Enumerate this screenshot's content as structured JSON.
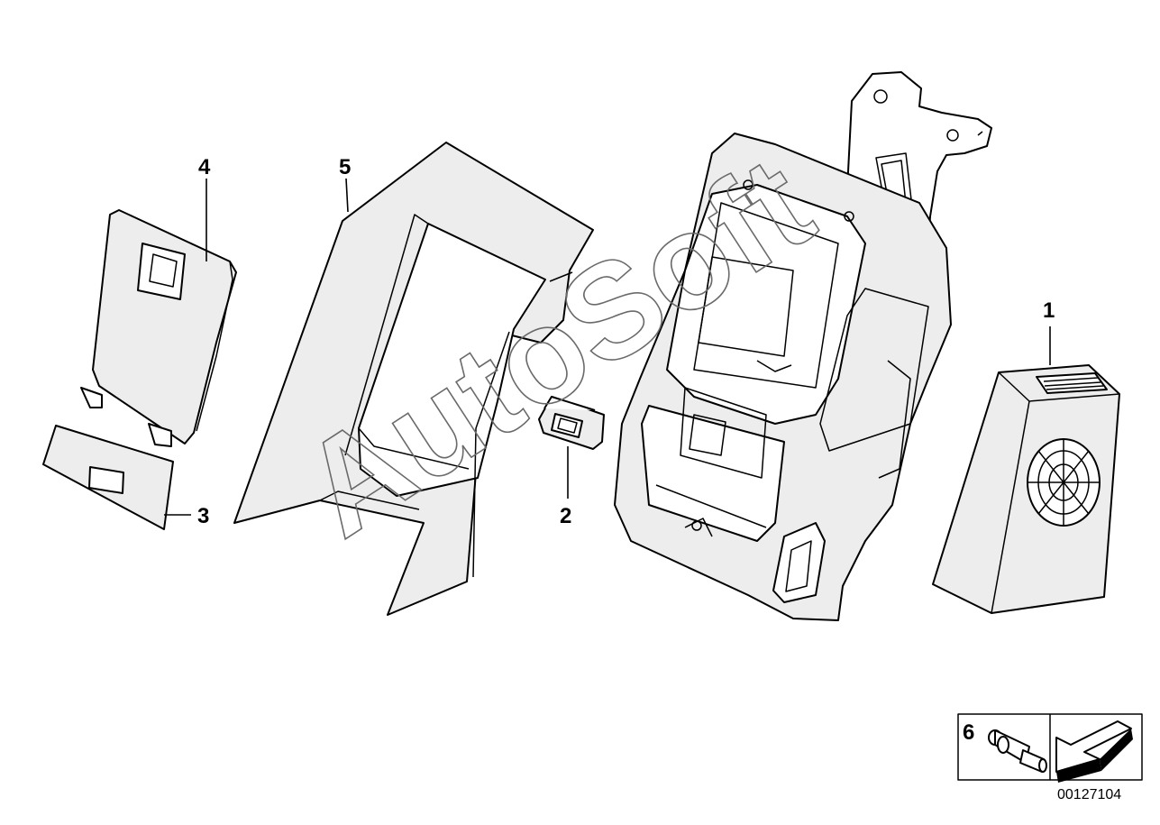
{
  "callouts": [
    {
      "id": "1",
      "label": "1"
    },
    {
      "id": "2",
      "label": "2"
    },
    {
      "id": "3",
      "label": "3"
    },
    {
      "id": "4",
      "label": "4"
    },
    {
      "id": "5",
      "label": "5"
    },
    {
      "id": "6",
      "label": "6"
    }
  ],
  "watermark": "AutoSoft",
  "diagram_number": "00127104",
  "icons": {
    "part_1": "ventilated-box-icon",
    "part_2": "connector-socket-icon",
    "part_3": "cover-plate-icon",
    "part_4": "trim-panel-icon",
    "part_5": "frame-trim-icon",
    "part_6": "pin-fastener-icon",
    "mount": "mounting-bracket-icon",
    "arrow": "direction-arrow-icon"
  }
}
